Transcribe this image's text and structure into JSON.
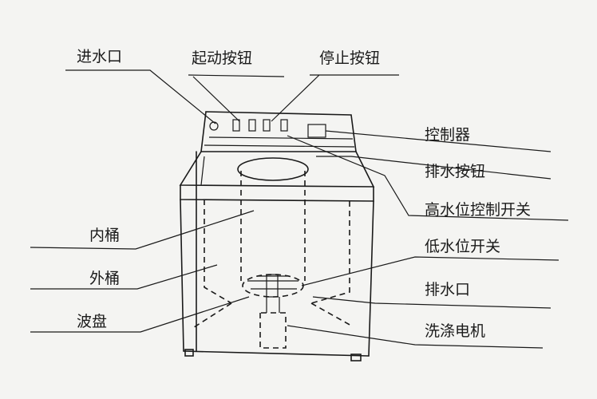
{
  "diagram": {
    "labels": {
      "water_inlet": "进水口",
      "start_button": "起动按钮",
      "stop_button": "停止按钮",
      "controller": "控制器",
      "drain_button": "排水按钮",
      "high_level_switch": "高水位控制开关",
      "inner_tub": "内桶",
      "low_level_switch": "低水位开关",
      "outer_tub": "外桶",
      "drain_outlet": "排水口",
      "pulsator": "波盘",
      "wash_motor": "洗涤电机"
    }
  }
}
